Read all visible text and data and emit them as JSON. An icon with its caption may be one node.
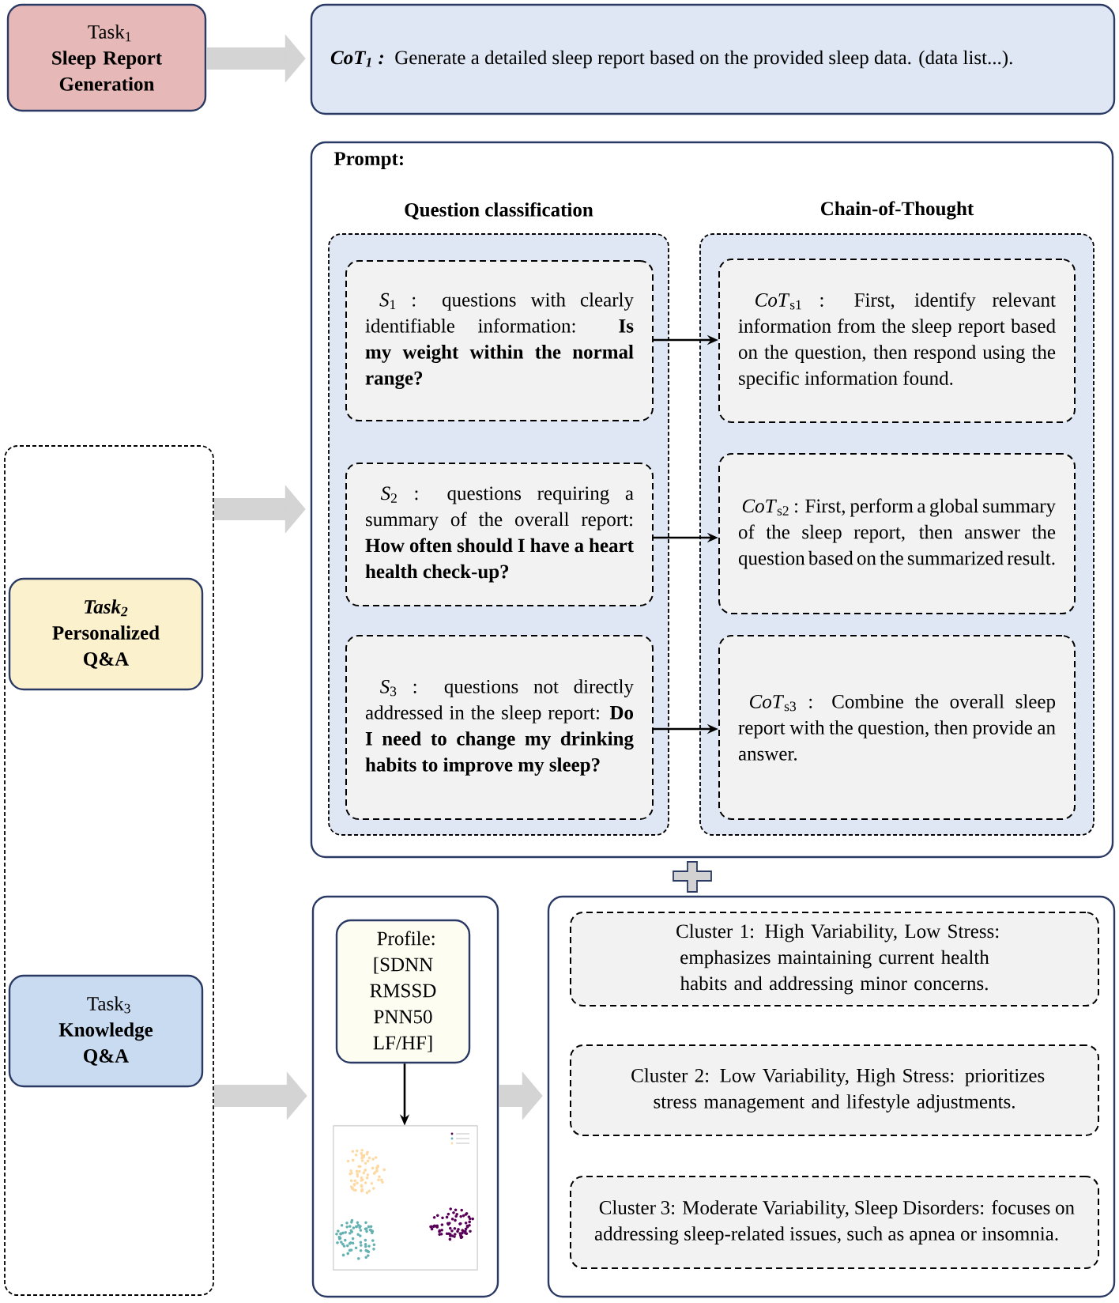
{
  "diagram": {
    "nodes": [
      {
        "text": [
          "Task$_{1}$",
          "Sleep Report Generation"
        ]
      },
      {
        "text": [
          "CoT$_{1}$ :",
          "Generate a detailed sleep report based on the provided sleep data. (data list...)."
        ]
      },
      {
        "text": [
          "Prompt:"
        ]
      },
      {
        "text": [
          "Question classification"
        ],
        "in": 2
      },
      {
        "text": [
          "*S*$_{1}$ : questions with clearly identifiable information: **Is my weight within the normal range?**"
        ],
        "in": 3
      },
      {
        "text": [
          "*S*$_{2}$ : questions requiring a summary of the overall report: **How often should I have a heart health check-up?**"
        ],
        "in": 3
      },
      {
        "text": [
          "*S*$_{3}$ : questions not directly addressed in the sleep report: **Do I need to change my drinking habits to improve my sleep?**"
        ],
        "in": 3
      },
      {
        "text": [
          "Chain-of-Thought"
        ],
        "in": 2
      },
      {
        "text": [
          "*CoT*$_{s1}$ : First, identify relevant information from the sleep report based on the question, then respond using the specific information found."
        ],
        "in": 7
      },
      {
        "text": [
          "*CoT*$_{s2}$ : First, perform a global summary of the sleep report, then answer the question based on the summarized result."
        ],
        "in": 7
      },
      {
        "text": [
          "*CoT*$_{s3}$ : Combine the overall sleep report with the question, then provide an answer."
        ],
        "in": 7
      },
      {
        "text": [],
        "shape": "box"
      },
      {
        "text": [
          "Task$_{2}$",
          "Personalized Q&A"
        ],
        "in": 11
      },
      {
        "text": [
          "Task$_{3}$",
          "Knowledge Q&A"
        ],
        "in": 11
      },
      {
        "text": [],
        "shape": "box"
      },
      {
        "text": [
          "Profile: [SDNN RMSSD PNN50 LF/HF]"
        ],
        "in": 14
      },
      {
        "text": [],
        "shape": "picture",
        "in": 14
      },
      {
        "text": [],
        "shape": "box"
      },
      {
        "text": [
          "Cluster 1: High Variability, Low Stress: emphasizes maintaining current health habits and addressing minor concerns."
        ],
        "in": 17
      },
      {
        "text": [
          "Cluster 2: Low Variability, High Stress: prioritizes stress management and lifestyle adjustments."
        ],
        "in": 17
      },
      {
        "text": [
          "Cluster 3: Moderate Variability, Sleep Disorders: focuses on addressing sleep-related issues, such as apnea or insomnia."
        ],
        "in": 17
      }
    ],
    "edges": [
      {
        "from": 0,
        "to": 1,
        "arrow": "to",
        "style": "thick"
      },
      {
        "from": 11,
        "to": 2,
        "arrow": "to",
        "style": "thick"
      },
      {
        "from": 4,
        "to": 8,
        "arrow": "to",
        "color": "#000000"
      },
      {
        "from": 5,
        "to": 9,
        "arrow": "to",
        "color": "#000000"
      },
      {
        "from": 6,
        "to": 10,
        "arrow": "to",
        "color": "#000000"
      },
      {
        "from": 11,
        "to": 14,
        "arrow": "to",
        "style": "thick"
      },
      {
        "from": 15,
        "to": 16,
        "arrow": "to",
        "color": "#000000"
      },
      {
        "from": 14,
        "to": 17,
        "arrow": "to",
        "style": "thick"
      }
    ]
  }
}
